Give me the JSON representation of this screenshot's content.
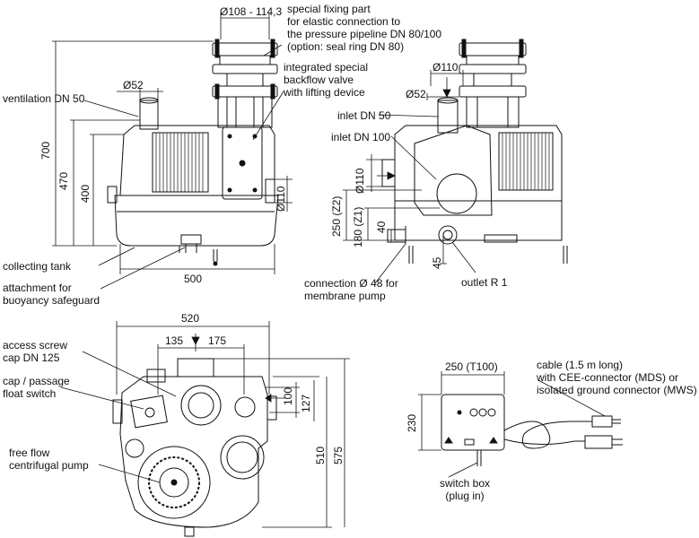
{
  "front_view": {
    "dim_top": "Ø108 - 114,3",
    "dim_d52": "Ø52",
    "dim_700": "700",
    "dim_470": "470",
    "dim_400": "400",
    "dim_d110": "Ø110",
    "dim_500": "500"
  },
  "side_view": {
    "dim_d110_top": "Ø110",
    "dim_d52": "Ø52",
    "dim_d110_side": "Ø110",
    "dim_250": "250 (Z2)",
    "dim_180": "180 (Z1)",
    "dim_40": "40",
    "dim_45": "45"
  },
  "top_view": {
    "dim_520": "520",
    "dim_135": "135",
    "dim_175": "175",
    "dim_100": "100",
    "dim_127": "127",
    "dim_510": "510",
    "dim_575": "575"
  },
  "switch_box": {
    "dim_250": "250 (T100)",
    "dim_230": "230"
  },
  "labels": {
    "fixing_part": [
      "special fixing part",
      "for elastic connection to",
      "the pressure pipeline DN 80/100",
      "(option: seal ring DN 80)"
    ],
    "backflow_valve": [
      "integrated special",
      "backflow valve",
      "with lifting device"
    ],
    "ventilation": "ventilation DN 50",
    "inlet_50": "inlet DN 50",
    "inlet_100": "inlet DN 100",
    "collecting_tank": "collecting tank",
    "buoyancy": [
      "attachment for",
      "buoyancy safeguard"
    ],
    "membrane": [
      "connection Ø 48 for",
      "membrane pump"
    ],
    "outlet": "outlet R 1",
    "access_screw": [
      "access screw",
      "cap DN 125"
    ],
    "cap_passage": [
      "cap / passage",
      "float switch"
    ],
    "free_flow": [
      "free flow",
      "centrifugal pump"
    ],
    "switch_box": [
      "switch box",
      "(plug in)"
    ],
    "cable": [
      "cable (1.5 m long)",
      "with CEE-connector (MDS) or",
      "isolated ground connector (MWS)"
    ]
  }
}
